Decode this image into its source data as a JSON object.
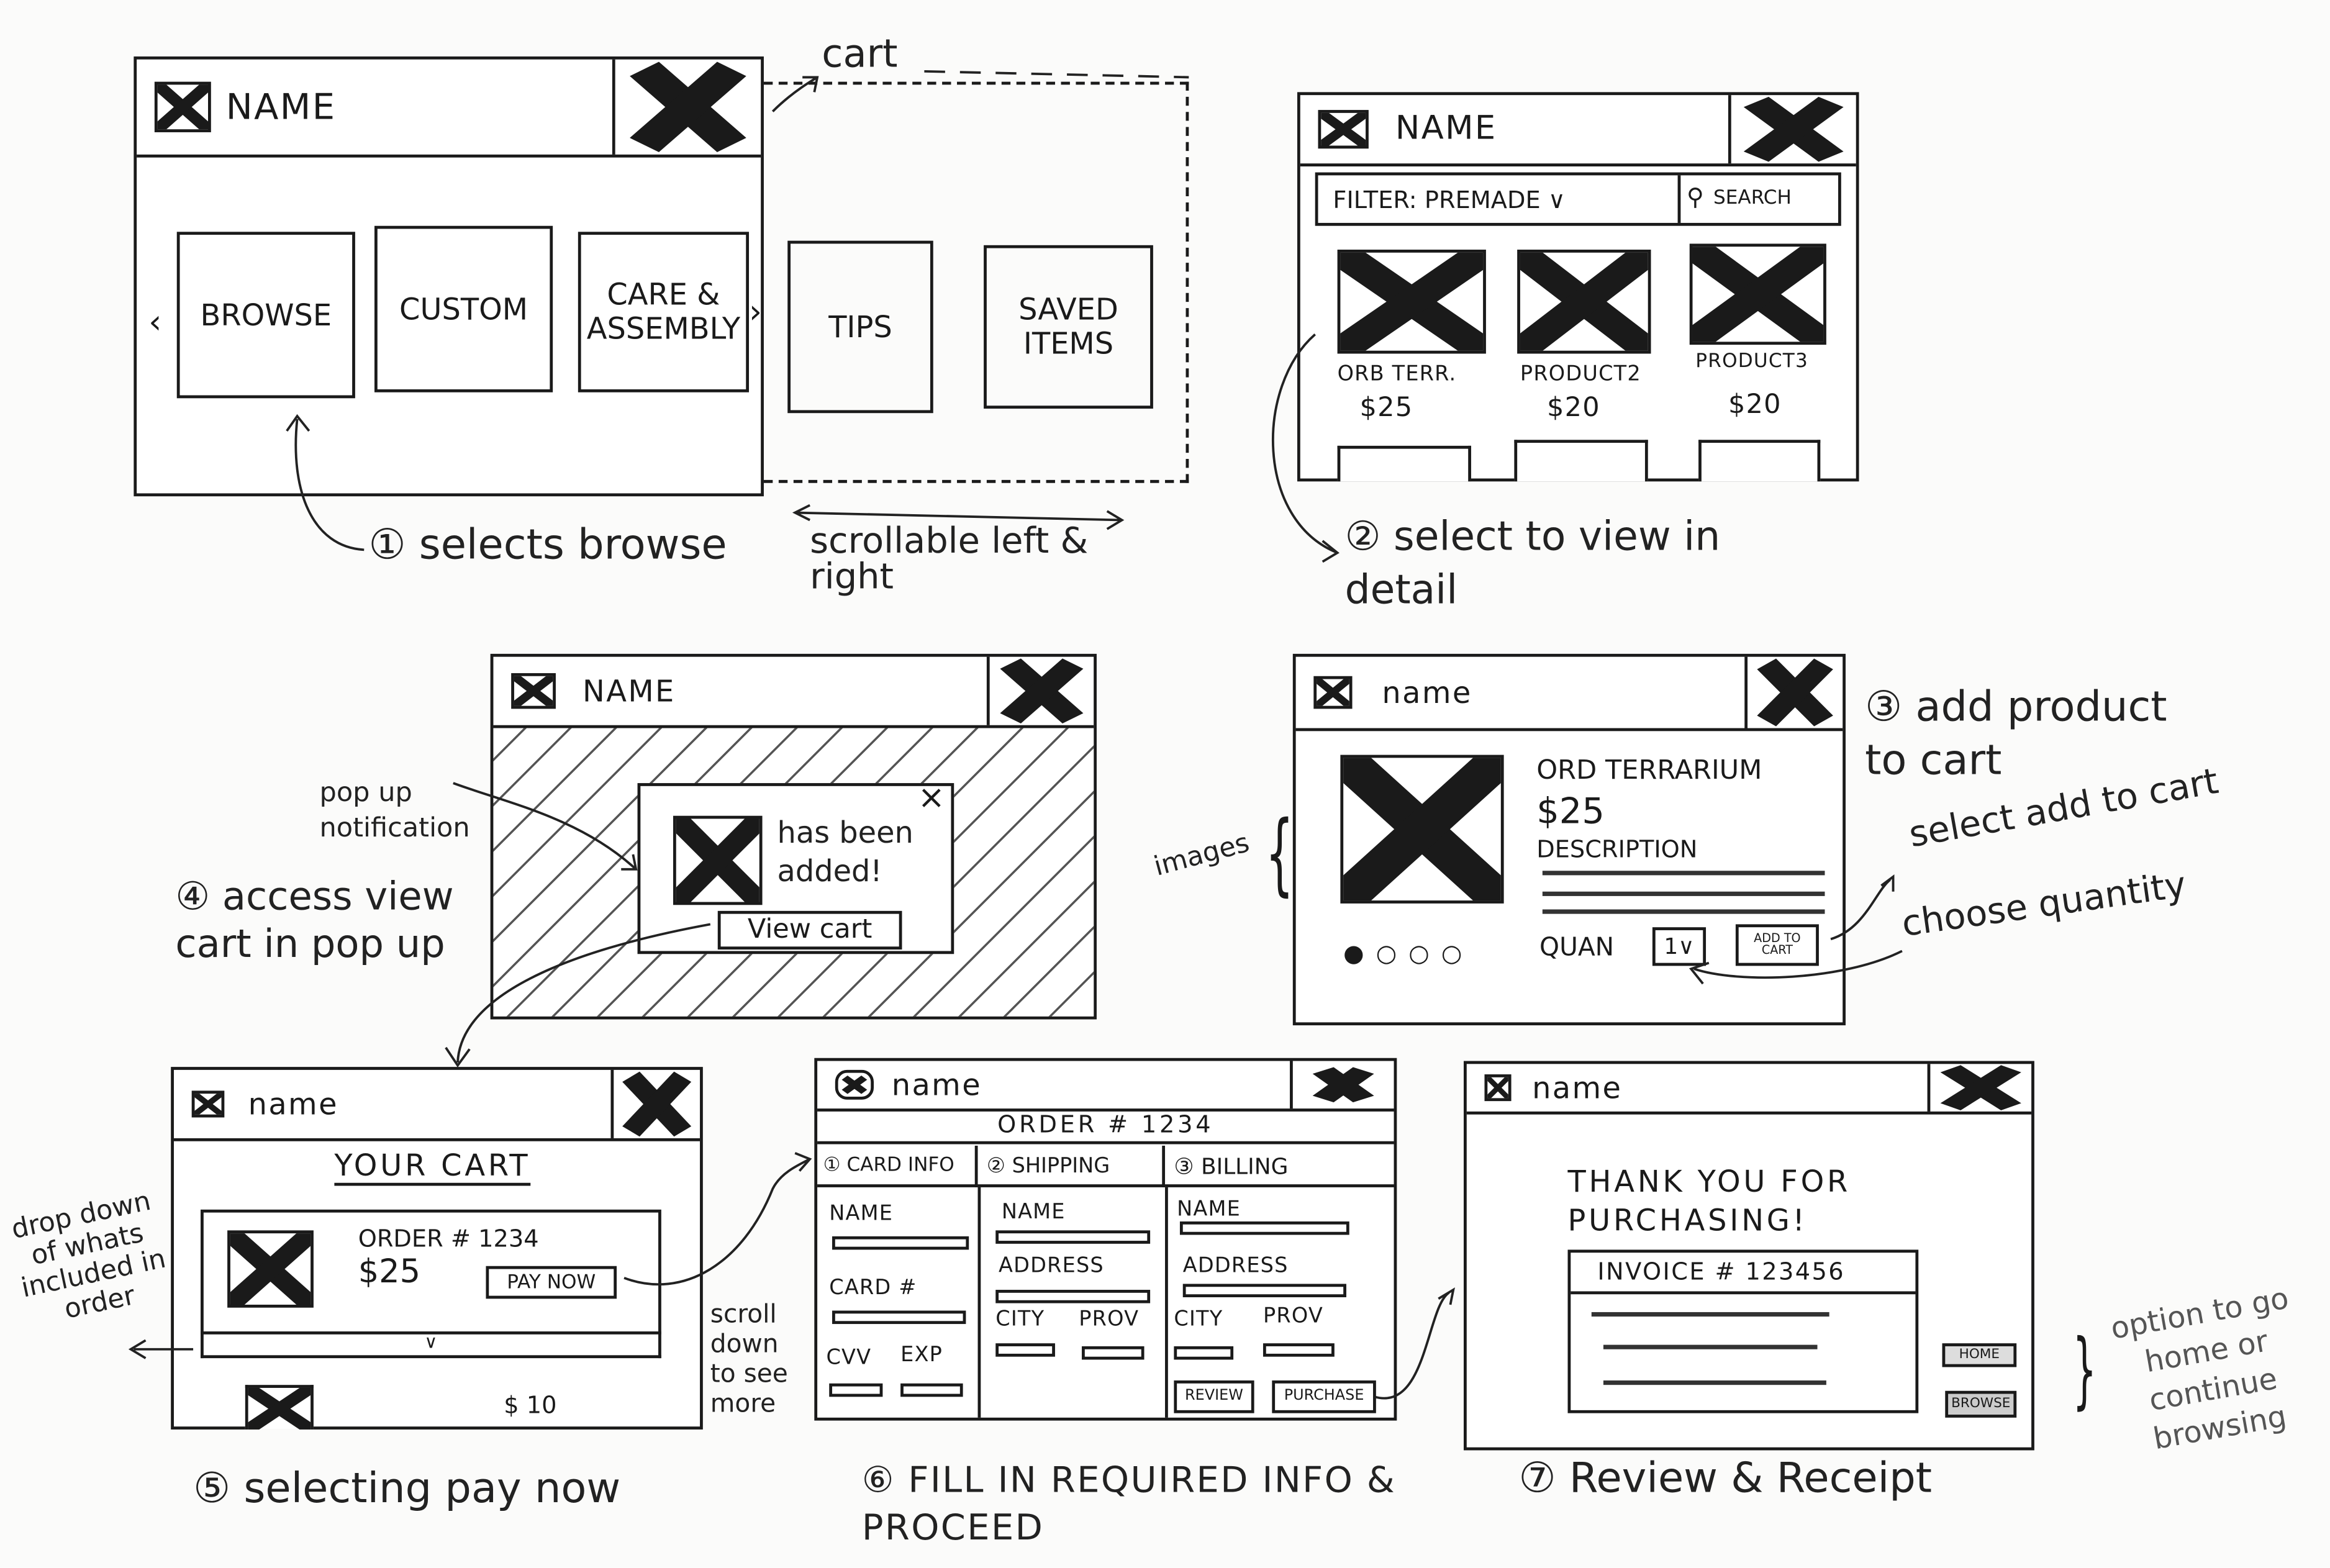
{
  "screen1": {
    "title": "NAME",
    "tiles": [
      "BROWSE",
      "CUSTOM",
      "CARE & ASSEMBLY",
      "TIPS",
      "SAVED ITEMS"
    ],
    "cart_label": "cart",
    "step_annotation": "① selects browse",
    "scroll_annotation": "scrollable left & right"
  },
  "screen2": {
    "title": "NAME",
    "filter": "FILTER: PREMADE ∨",
    "search": "SEARCH",
    "products": [
      {
        "name": "ORB TERR.",
        "price": "$25"
      },
      {
        "name": "PRODUCT2",
        "price": "$20"
      },
      {
        "name": "PRODUCT3",
        "price": "$20"
      }
    ],
    "step_annotation": "② select to view in detail"
  },
  "screen3": {
    "title": "NAME",
    "popup_text": "has been added!",
    "view_cart": "View cart",
    "popup_annotation": "pop up notification",
    "step_annotation": "④ access view cart in pop up"
  },
  "screen4": {
    "title": "name",
    "product_name": "ORD TERRARIUM",
    "price": "$25",
    "description": "DESCRIPTION",
    "quantity_label": "QUAN",
    "quantity_value": "1∨",
    "add_to_cart": "ADD TO CART",
    "images_annotation": "images",
    "step_annotation": "③ add product to cart",
    "add_annotation": "select add to cart",
    "quantity_annotation": "choose quantity"
  },
  "screen5": {
    "title": "name",
    "heading": "YOUR CART",
    "order": "ORDER # 1234",
    "price": "$25",
    "pay_now": "PAY NOW",
    "next_price": "$ 10",
    "dropdown_annotation": "drop down of whats included in order",
    "scroll_annotation": "scroll down to see more",
    "caption": "⑤ selecting pay now"
  },
  "screen6": {
    "title": "name",
    "order": "ORDER # 1234",
    "tabs": [
      "① CARD INFO",
      "② SHIPPING",
      "③ BILLING"
    ],
    "card_fields": [
      "NAME",
      "CARD #",
      "CVV",
      "EXP"
    ],
    "shipping_fields": [
      "NAME",
      "ADDRESS",
      "CITY",
      "PROV"
    ],
    "billing_fields": [
      "NAME",
      "ADDRESS",
      "CITY",
      "PROV"
    ],
    "review": "REVIEW",
    "purchase": "PURCHASE",
    "caption": "⑥ FILL IN REQUIRED INFO & PROCEED"
  },
  "screen7": {
    "title": "name",
    "thanks": "THANK YOU FOR PURCHASING!",
    "invoice": "INVOICE # 123456",
    "home": "HOME",
    "browse": "BROWSE",
    "option_annotation": "option to go home or continue browsing",
    "caption": "⑦ Review & Receipt"
  }
}
